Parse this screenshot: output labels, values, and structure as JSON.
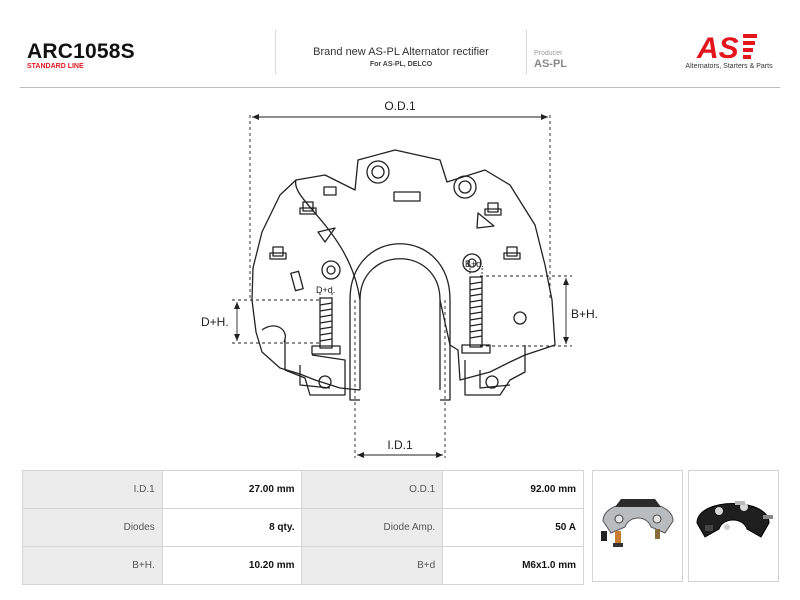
{
  "header": {
    "part_code": "ARC1058S",
    "line_label": "STANDARD LINE",
    "description": "Brand new AS-PL Alternator rectifier",
    "fits": "For AS-PL, DELCO",
    "producer_label": "Producer",
    "producer_value": "AS-PL",
    "logo_text": "AS",
    "slogan": "Alternators, Starters & Parts"
  },
  "drawing_labels": {
    "od": "O.D.1",
    "id": "I.D.1",
    "dh": "D+H.",
    "bh": "B+H.",
    "dd": "D+d.",
    "bd": "B+d."
  },
  "specs": [
    {
      "label1": "I.D.1",
      "value1": "27.00 mm",
      "label2": "O.D.1",
      "value2": "92.00 mm"
    },
    {
      "label1": "Diodes",
      "value1": "8 qty.",
      "label2": "Diode Amp.",
      "value2": "50 A"
    },
    {
      "label1": "B+H.",
      "value1": "10.20 mm",
      "label2": "B+d",
      "value2": "M6x1.0 mm"
    }
  ],
  "colors": {
    "brand_red": "#e3161e"
  },
  "photos": [
    "product-photo-front",
    "product-photo-back"
  ]
}
